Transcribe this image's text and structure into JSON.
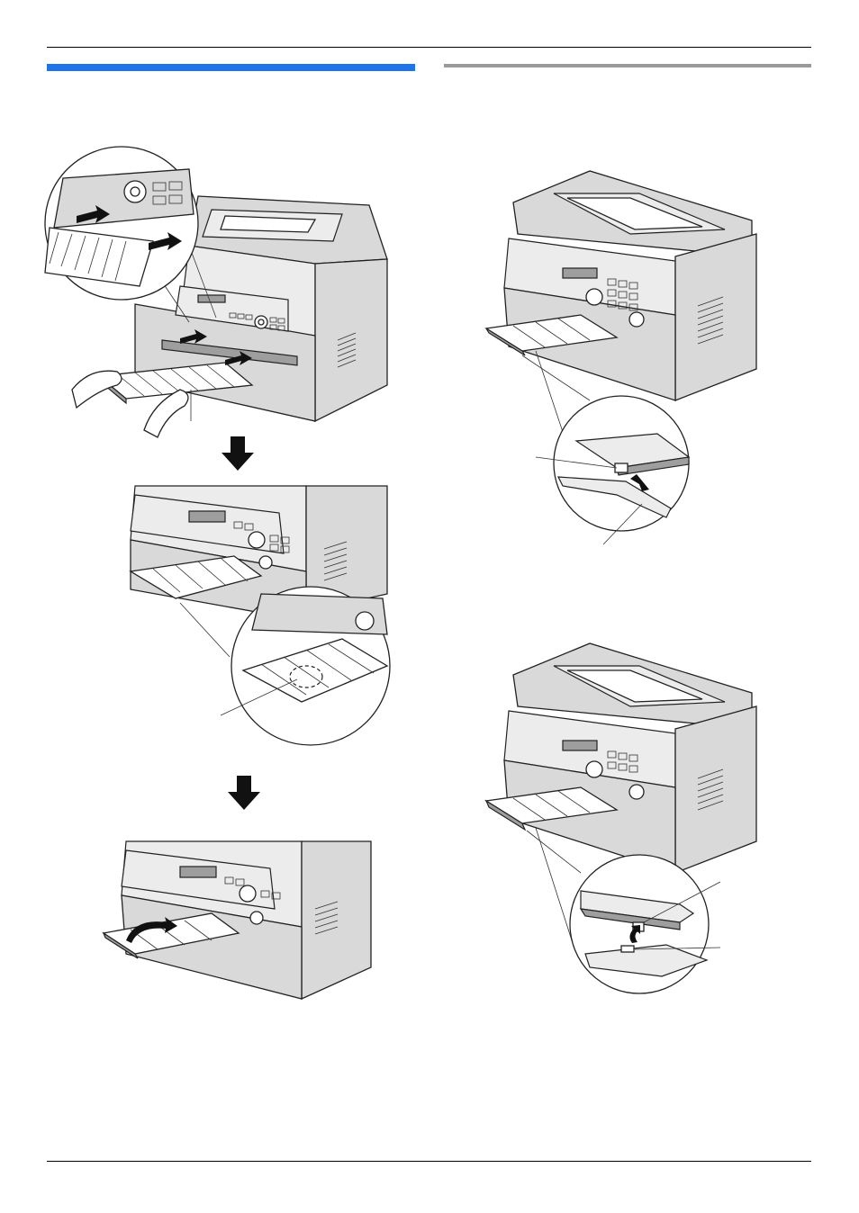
{
  "page": {
    "header_rule": true,
    "footer_rule": true
  },
  "left_column": {
    "heading_bar_color": "#1e74e8",
    "steps": [
      {
        "figure": "insert-output-tray",
        "arrow_icon": "down-arrow-icon"
      },
      {
        "figure": "pull-out-tray-extension",
        "arrow_icon": "down-arrow-icon"
      },
      {
        "figure": "flip-tray-tab"
      }
    ]
  },
  "right_column": {
    "heading_bar_color": "#9a9a9a",
    "figures": [
      {
        "figure": "tray-attach-detail"
      },
      {
        "figure": "tray-detach-detail"
      }
    ]
  },
  "colors": {
    "printer_body": "#d9d9d9",
    "printer_light": "#ececec",
    "printer_dark": "#9e9e9e",
    "outline": "#222222"
  }
}
